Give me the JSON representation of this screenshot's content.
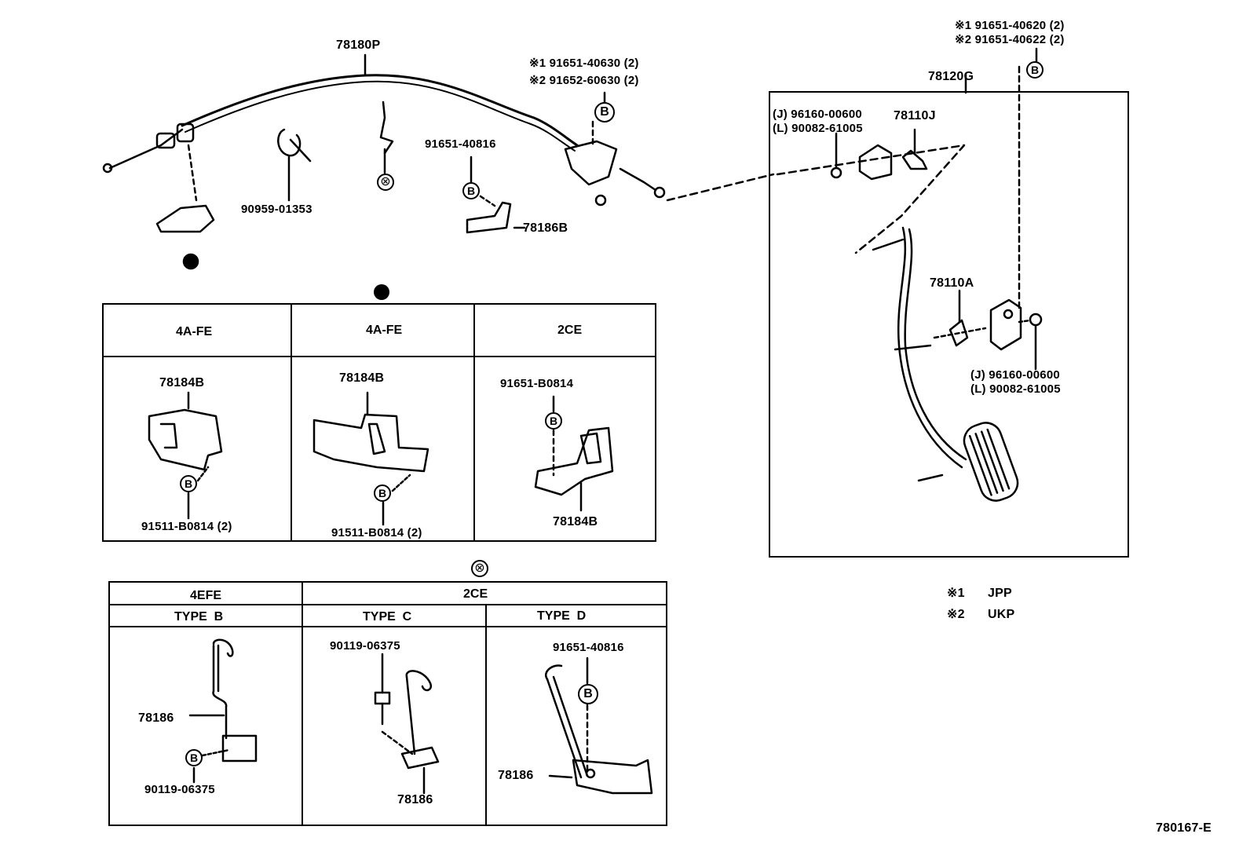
{
  "diagram_id": "780167-E",
  "top_parts": {
    "cable": "78180P",
    "clip": "90959-01353",
    "screw": "91651-40816",
    "bracket": "78186B",
    "bolt_jpp": "※1 91651-40630 (2)",
    "bolt_ukp": "※2 91652-60630 (2)",
    "pedal_bolt_jpp": "※1 91651-40620 (2)",
    "pedal_bolt_ukp": "※2 91651-40622 (2)",
    "pedal_assy": "78120G"
  },
  "pedal_box": {
    "upper_nut_j": "(J) 96160-00600",
    "upper_nut_l": "(L) 90082-61005",
    "bushing": "78110J",
    "pedal_bracket": "78110A",
    "lower_nut_j": "(J) 96160-00600",
    "lower_nut_l": "(L) 90082-61005"
  },
  "notes": [
    {
      "mark": "※1",
      "text": "JPP"
    },
    {
      "mark": "※2",
      "text": "UKP"
    }
  ],
  "table1": {
    "headers": [
      "4A-FE",
      "4A-FE",
      "2CE"
    ],
    "cell1": {
      "part": "78184B",
      "bolt": "91511-B0814 (2)"
    },
    "cell2": {
      "part": "78184B",
      "bolt": "91511-B0814 (2)"
    },
    "cell3": {
      "bolt": "91651-B0814",
      "part": "78184B"
    }
  },
  "table2": {
    "group1": "4EFE",
    "group2": "2CE",
    "types": [
      "TYPE  B",
      "TYPE  C",
      "TYPE  D"
    ],
    "cellB": {
      "part": "78186",
      "bolt": "90119-06375"
    },
    "cellC": {
      "bolt": "90119-06375",
      "part": "78186"
    },
    "cellD": {
      "bolt": "91651-40816",
      "part": "78186"
    }
  },
  "symbols": {
    "b_mark": "B",
    "x_mark": "⊗"
  }
}
